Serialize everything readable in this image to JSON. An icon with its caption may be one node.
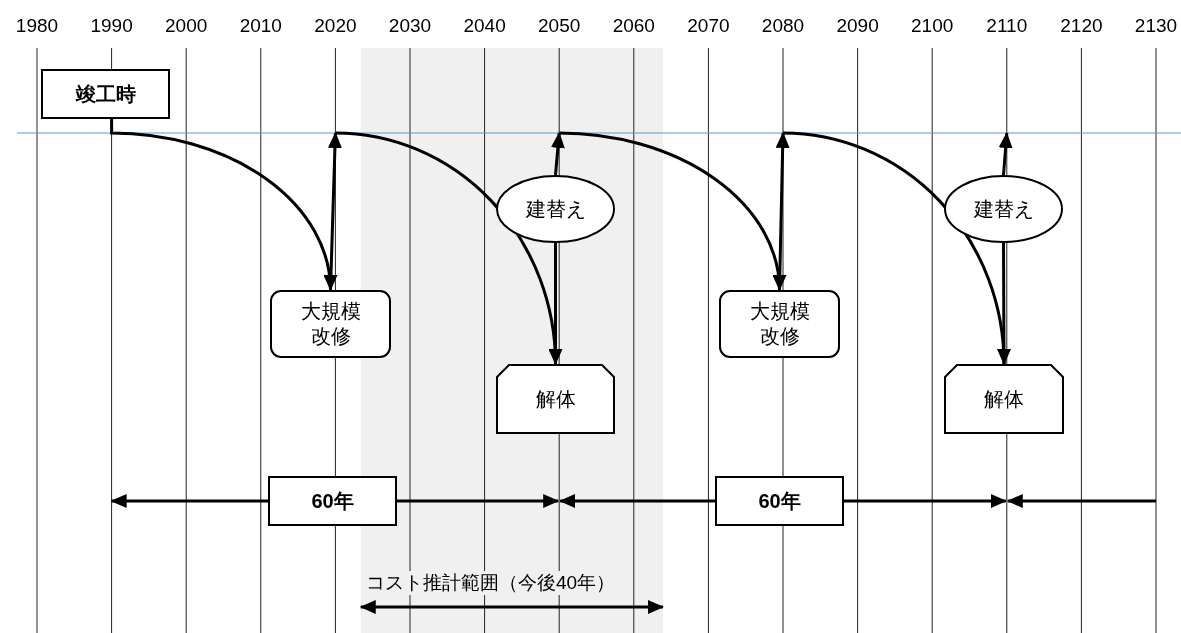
{
  "diagram": {
    "nodes": [
      {
        "text": [
          "竣工時"
        ]
      },
      {
        "text": [
          "大規模改修"
        ]
      },
      {
        "text": [
          "建替え"
        ]
      },
      {
        "text": [
          "解体"
        ]
      },
      {
        "text": [
          "大規模改修"
        ]
      },
      {
        "text": [
          "建替え"
        ]
      },
      {
        "text": [
          "解体"
        ]
      },
      {
        "text": [
          "60年"
        ]
      },
      {
        "text": [
          "60年"
        ]
      }
    ],
    "edges": [
      {
        "from": 0,
        "to": 1,
        "arrow": "to"
      },
      {
        "from": 1,
        "to": null,
        "arrow": "to"
      },
      {
        "from": null,
        "to": 3,
        "arrow": "to"
      },
      {
        "from": 2,
        "to": null,
        "arrow": "to"
      },
      {
        "from": 2,
        "to": 3,
        "arrow": "none"
      },
      {
        "from": null,
        "to": 4,
        "arrow": "to"
      },
      {
        "from": 4,
        "to": null,
        "arrow": "to"
      },
      {
        "from": null,
        "to": 6,
        "arrow": "to"
      },
      {
        "from": 5,
        "to": null,
        "arrow": "to"
      },
      {
        "from": 5,
        "to": 6,
        "arrow": "none"
      },
      {
        "from": 7,
        "to": null,
        "arrow": "to"
      },
      {
        "from": 7,
        "to": null,
        "arrow": "to"
      },
      {
        "from": 8,
        "to": null,
        "arrow": "to"
      },
      {
        "from": 8,
        "to": null,
        "arrow": "to"
      }
    ],
    "labels": [
      "1980",
      "1990",
      "2000",
      "2010",
      "2020",
      "2030",
      "2040",
      "2050",
      "2060",
      "2070",
      "2080",
      "2090",
      "2100",
      "2110",
      "2120",
      "2130",
      "コスト推計範囲（今後40年）"
    ]
  }
}
